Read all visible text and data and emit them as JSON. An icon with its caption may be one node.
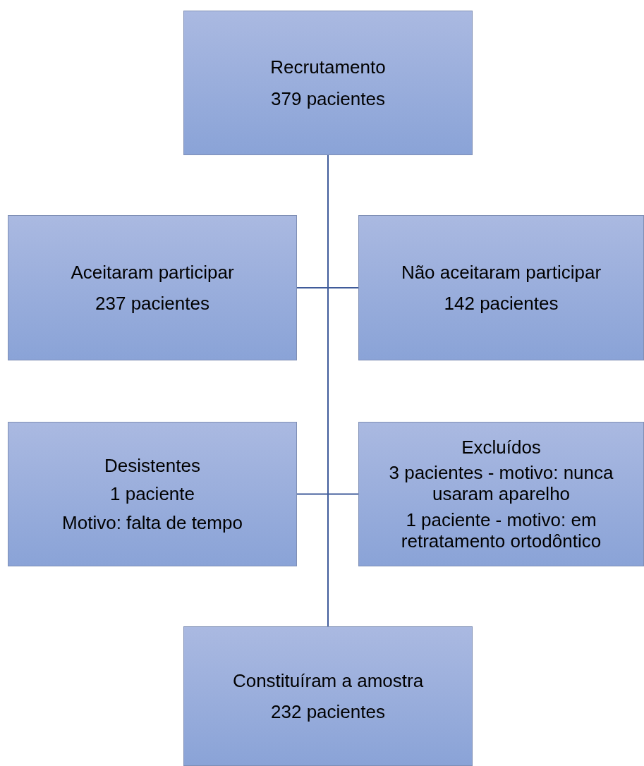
{
  "diagram": {
    "nodes": [
      {
        "text": [
          "Recrutamento",
          "379 pacientes"
        ]
      },
      {
        "text": [
          "Aceitaram participar",
          "237 pacientes"
        ]
      },
      {
        "text": [
          "Não aceitaram participar",
          "142 pacientes"
        ]
      },
      {
        "text": [
          "Desistentes",
          "1 paciente",
          "Motivo: falta de tempo"
        ]
      },
      {
        "text": [
          "Excluídos",
          "3 pacientes - motivo: nunca usaram aparelho",
          "1 paciente - motivo: em retratamento ortodôntico"
        ]
      },
      {
        "text": [
          "Constituíram a amostra",
          "232 pacientes"
        ]
      }
    ],
    "edges": [
      {
        "from": 0,
        "to": 1,
        "arrow": "none"
      },
      {
        "from": 0,
        "to": 2,
        "arrow": "none"
      },
      {
        "from": 0,
        "to": 3,
        "arrow": "none"
      },
      {
        "from": 0,
        "to": 4,
        "arrow": "none"
      },
      {
        "from": 0,
        "to": 5,
        "arrow": "none"
      }
    ]
  }
}
